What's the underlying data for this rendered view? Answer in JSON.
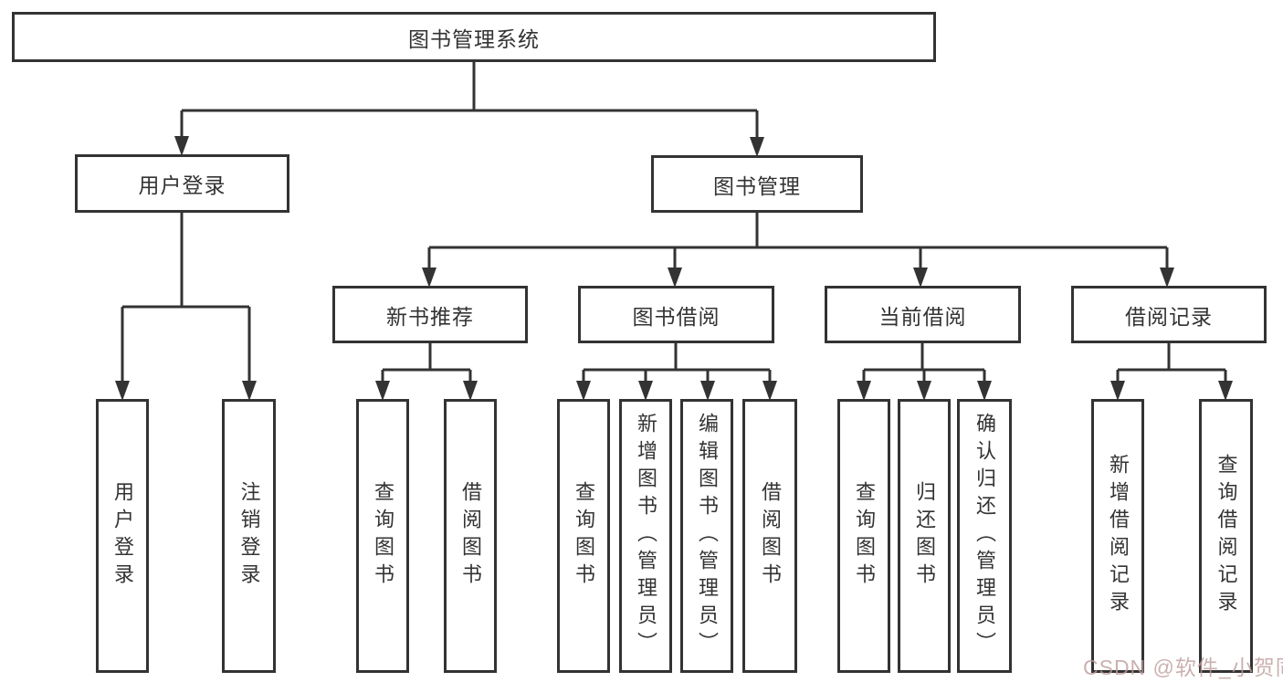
{
  "colors": {
    "line": "#333333",
    "box_background": "#ffffff",
    "text": "#333333",
    "watermark": "#bf9d9d"
  },
  "diagram": {
    "root": {
      "label": "图书管理系统"
    },
    "branches": [
      {
        "label": "用户登录",
        "children": [
          {
            "label": "用户登录"
          },
          {
            "label": "注销登录"
          }
        ]
      },
      {
        "label": "图书管理",
        "children": [
          {
            "label": "新书推荐",
            "children": [
              {
                "label": "查询图书"
              },
              {
                "label": "借阅图书"
              }
            ]
          },
          {
            "label": "图书借阅",
            "children": [
              {
                "label": "查询图书"
              },
              {
                "label": "新增图书（管理员）"
              },
              {
                "label": "编辑图书（管理员）"
              },
              {
                "label": "借阅图书"
              }
            ]
          },
          {
            "label": "当前借阅",
            "children": [
              {
                "label": "查询图书"
              },
              {
                "label": "归还图书"
              },
              {
                "label": "确认归还（管理员）"
              }
            ]
          },
          {
            "label": "借阅记录",
            "children": [
              {
                "label": "新增借阅记录"
              },
              {
                "label": "查询借阅记录"
              }
            ]
          }
        ]
      }
    ]
  },
  "watermark": {
    "text": "CSDN @软件_小贺同学"
  }
}
